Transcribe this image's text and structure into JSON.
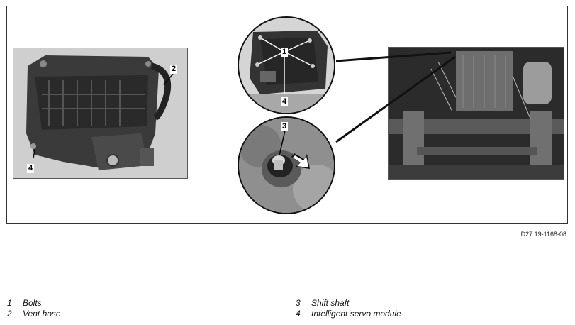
{
  "figure": {
    "code": "D27.19-1168-08",
    "callouts": {
      "module_vent_hose": "2",
      "module_servo": "4",
      "circle_bolts": "1",
      "circle_bolts_servo": "4",
      "circle_shaft": "3"
    }
  },
  "legend": {
    "left": [
      {
        "num": "1",
        "text": "Bolts"
      },
      {
        "num": "2",
        "text": "Vent hose"
      }
    ],
    "right": [
      {
        "num": "3",
        "text": "Shift shaft"
      },
      {
        "num": "4",
        "text": "Intelligent servo module"
      }
    ]
  }
}
